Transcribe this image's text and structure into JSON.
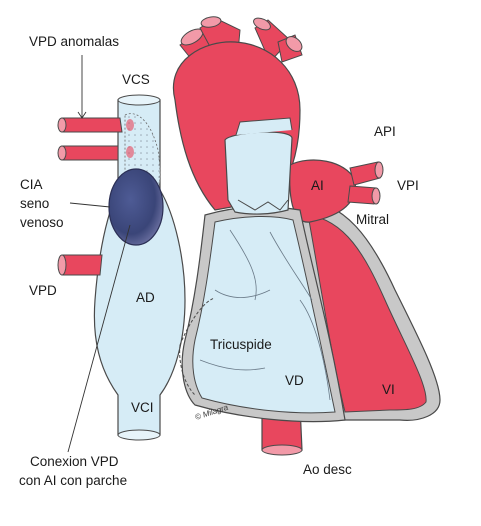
{
  "labels": {
    "vpd_anomalas": "VPD anomalas",
    "vcs": "VCS",
    "api": "API",
    "ai": "AI",
    "vpi": "VPI",
    "cia_line1": "CIA",
    "cia_line2": "seno",
    "cia_line3": "venoso",
    "mitral": "Mitral",
    "vpd": "VPD",
    "ad": "AD",
    "tricuspide": "Tricuspide",
    "vd": "VD",
    "vi": "VI",
    "vci": "VCI",
    "copyright": "© Milagra",
    "ao_desc": "Ao desc",
    "conexion_line1": "Conexion VPD",
    "conexion_line2": "con AI con parche"
  },
  "colors": {
    "artery_red": "#e8475e",
    "venous_blue": "#d6ecf6",
    "outline": "#4a4a4a",
    "myocardium_grey": "#c8c8c8",
    "patch_dark": "#3a4578"
  }
}
